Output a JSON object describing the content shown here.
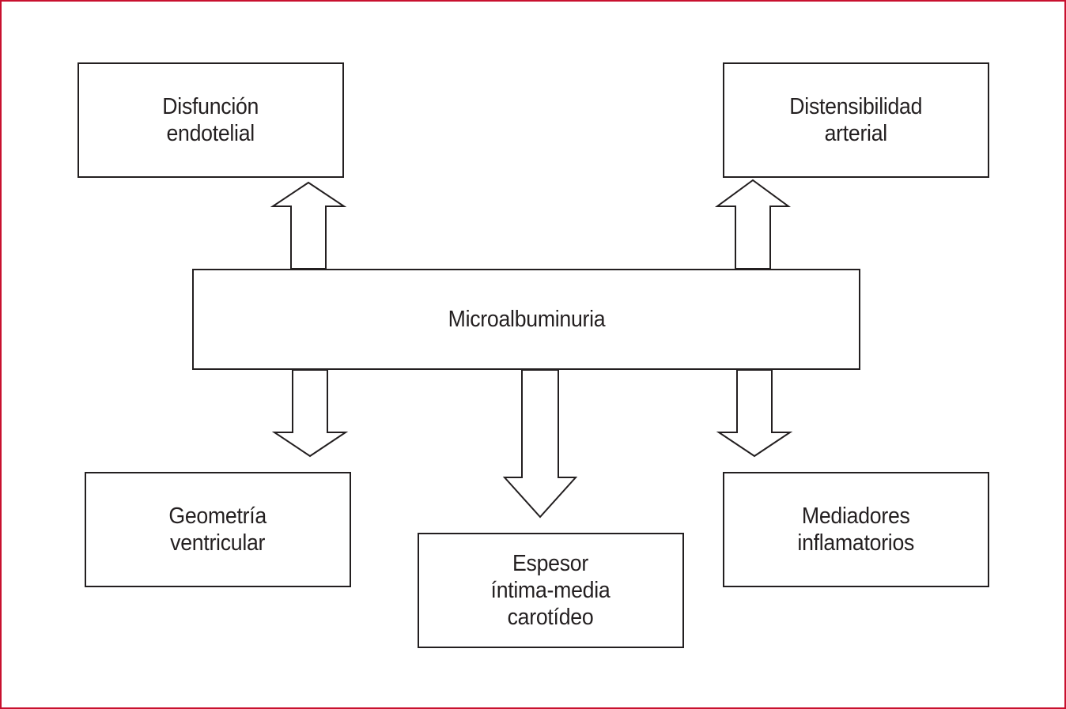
{
  "diagram": {
    "colors": {
      "frame": "#c8102e",
      "stroke": "#231f20",
      "text": "#231f20",
      "background": "#ffffff"
    },
    "center": {
      "label": "Microalbuminuria"
    },
    "nodes": {
      "disfuncion": {
        "line1": "Disfunción",
        "line2": "endotelial"
      },
      "distensibilidad": {
        "line1": "Distensibilidad",
        "line2": "arterial"
      },
      "geometria": {
        "line1": "Geometría",
        "line2": "ventricular"
      },
      "espesor": {
        "line1": "Espesor",
        "line2": "íntima-media",
        "line3": "carotídeo"
      },
      "mediadores": {
        "line1": "Mediadores",
        "line2": "inflamatorios"
      }
    },
    "edges": [
      {
        "from": "center",
        "to": "disfuncion"
      },
      {
        "from": "center",
        "to": "distensibilidad"
      },
      {
        "from": "center",
        "to": "geometria"
      },
      {
        "from": "center",
        "to": "espesor"
      },
      {
        "from": "center",
        "to": "mediadores"
      }
    ]
  }
}
